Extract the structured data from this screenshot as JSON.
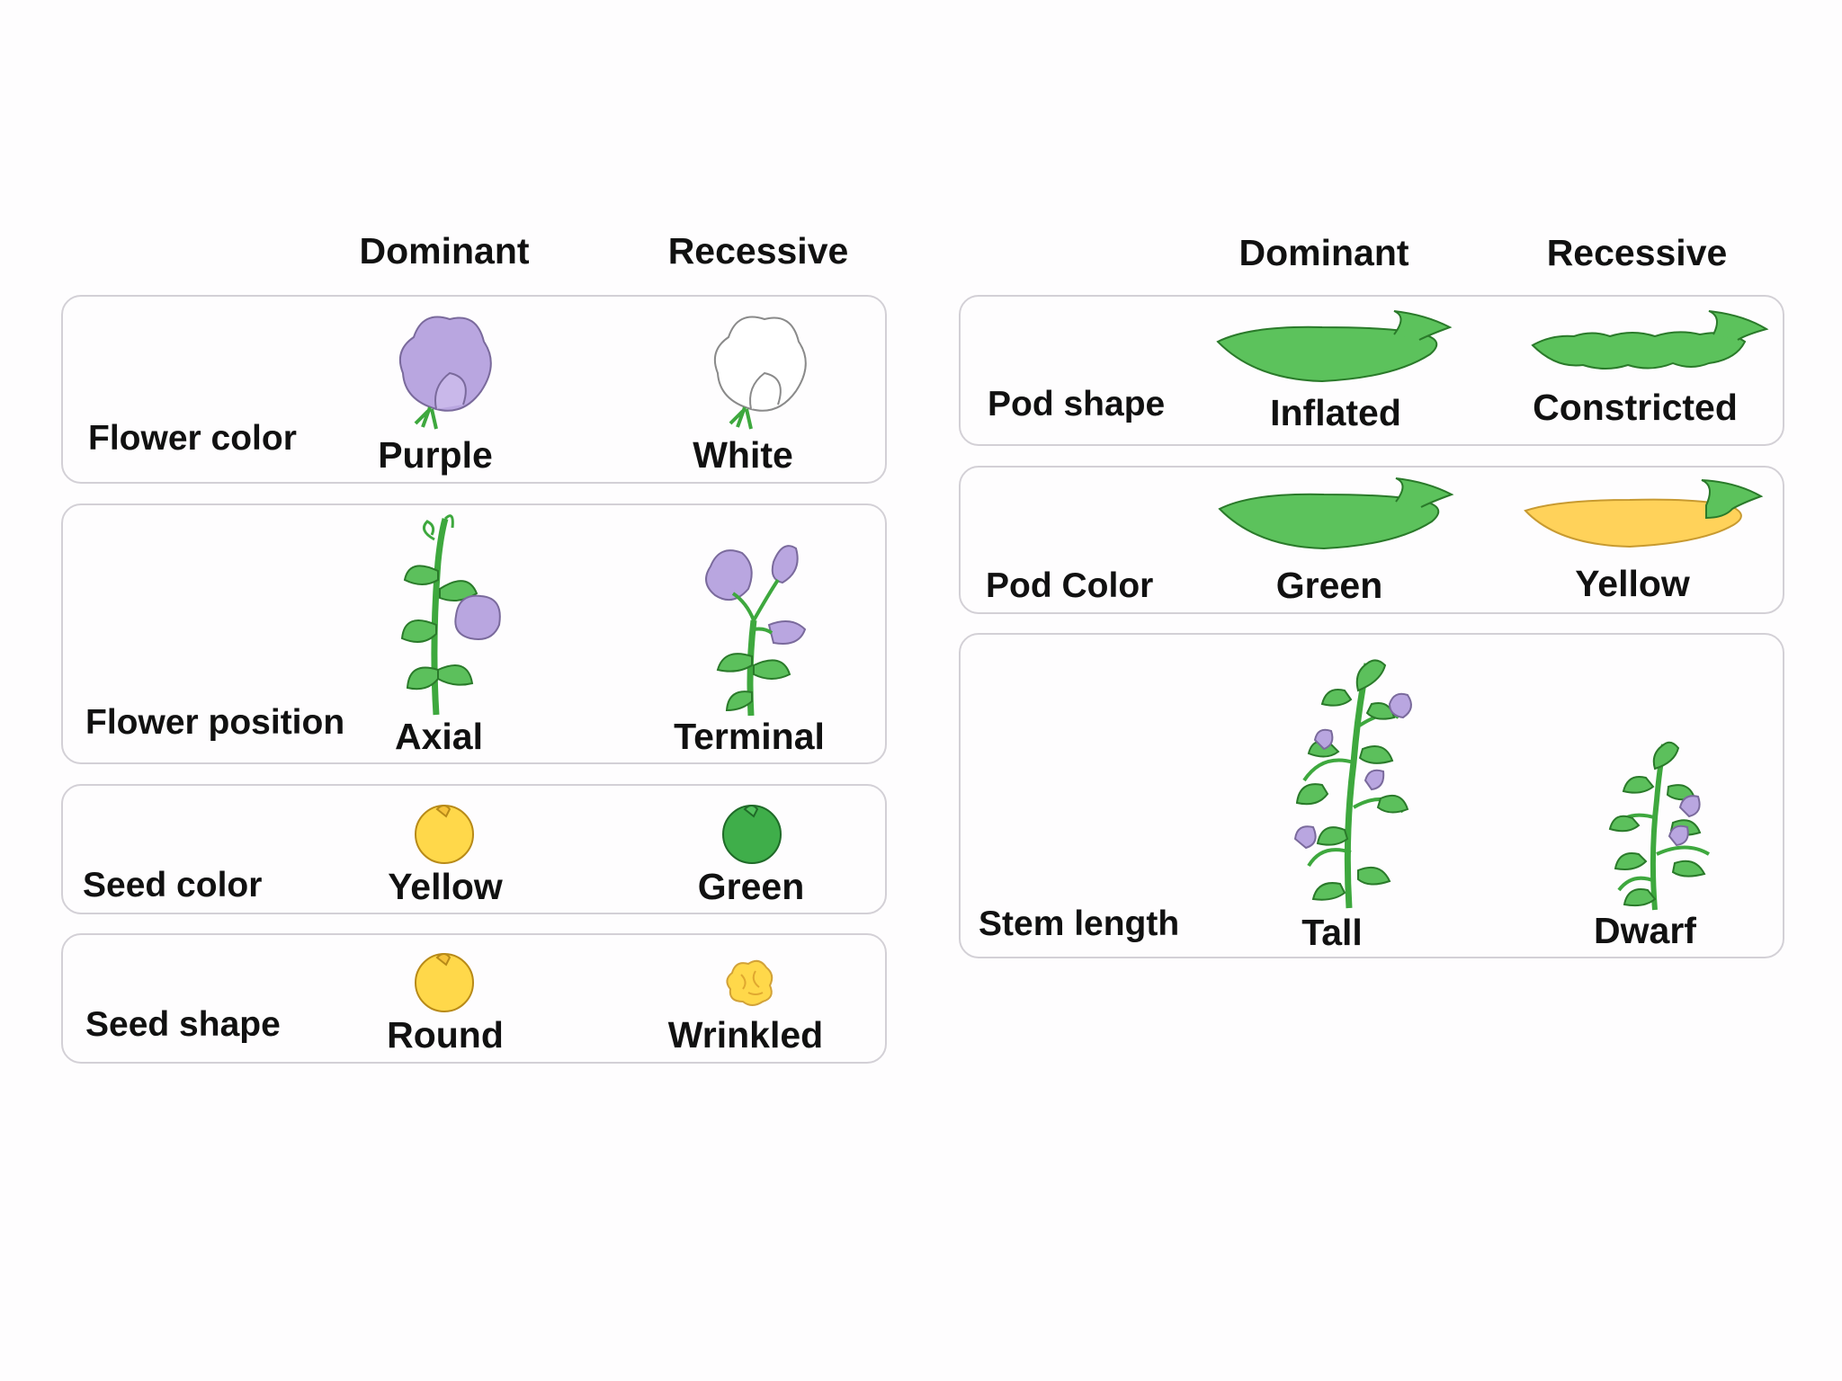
{
  "headers": {
    "left_dominant": "Dominant",
    "left_recessive": "Recessive",
    "right_dominant": "Dominant",
    "right_recessive": "Recessive"
  },
  "traits": [
    {
      "trait": "Flower color",
      "dominant": "Purple",
      "recessive": "White"
    },
    {
      "trait": "Flower position",
      "dominant": "Axial",
      "recessive": "Terminal"
    },
    {
      "trait": "Seed color",
      "dominant": "Yellow",
      "recessive": "Green"
    },
    {
      "trait": "Seed shape",
      "dominant": "Round",
      "recessive": "Wrinkled"
    },
    {
      "trait": "Pod shape",
      "dominant": "Inflated",
      "recessive": "Constricted"
    },
    {
      "trait": "Pod Color",
      "dominant": "Green",
      "recessive": "Yellow"
    },
    {
      "trait": "Stem length",
      "dominant": "Tall",
      "recessive": "Dwarf"
    }
  ],
  "colors": {
    "purple_flower": "#b9a6e0",
    "white_flower": "#ffffff",
    "leaf_green": "#5cc05c",
    "pod_green": "#5cc25c",
    "seed_yellow": "#ffd84a",
    "seed_green": "#3fae4a",
    "pod_yellow": "#ffd25a",
    "panel_border": "#d3d0d6"
  }
}
